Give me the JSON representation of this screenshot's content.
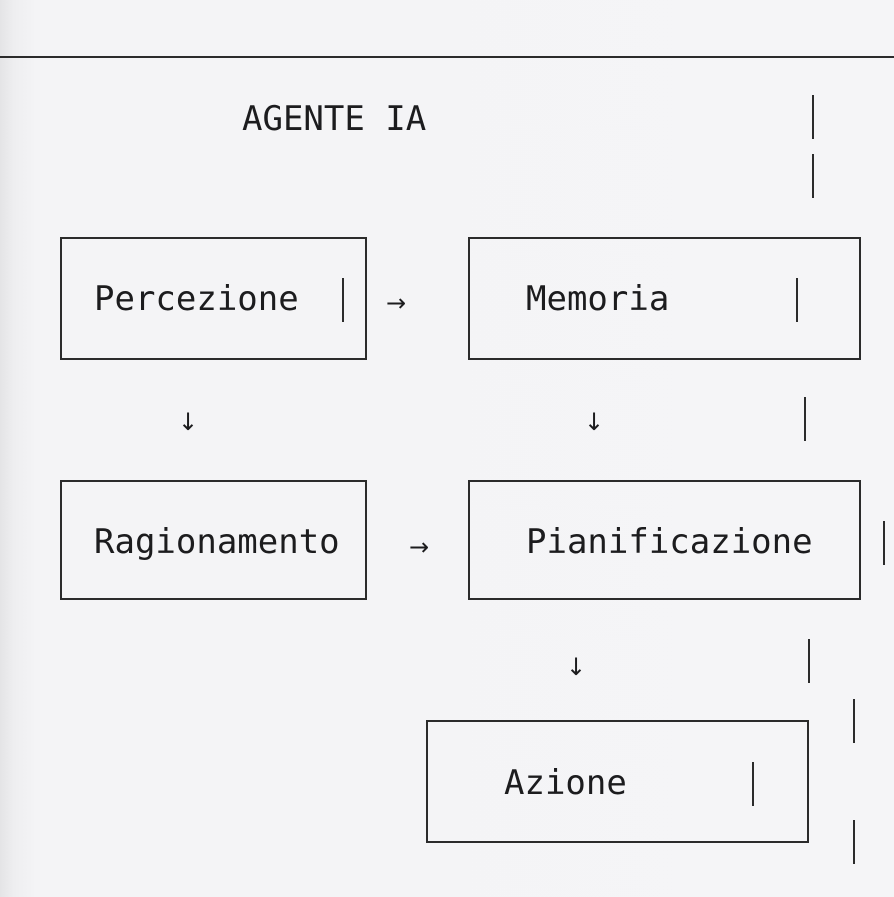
{
  "diagram": {
    "title": "AGENTE IA",
    "nodes": {
      "perception": "Percezione",
      "memory": "Memoria",
      "reasoning": "Ragionamento",
      "planning": "Pianificazione",
      "action": "Azione"
    },
    "arrows": {
      "right": "→",
      "down": "↓"
    }
  }
}
